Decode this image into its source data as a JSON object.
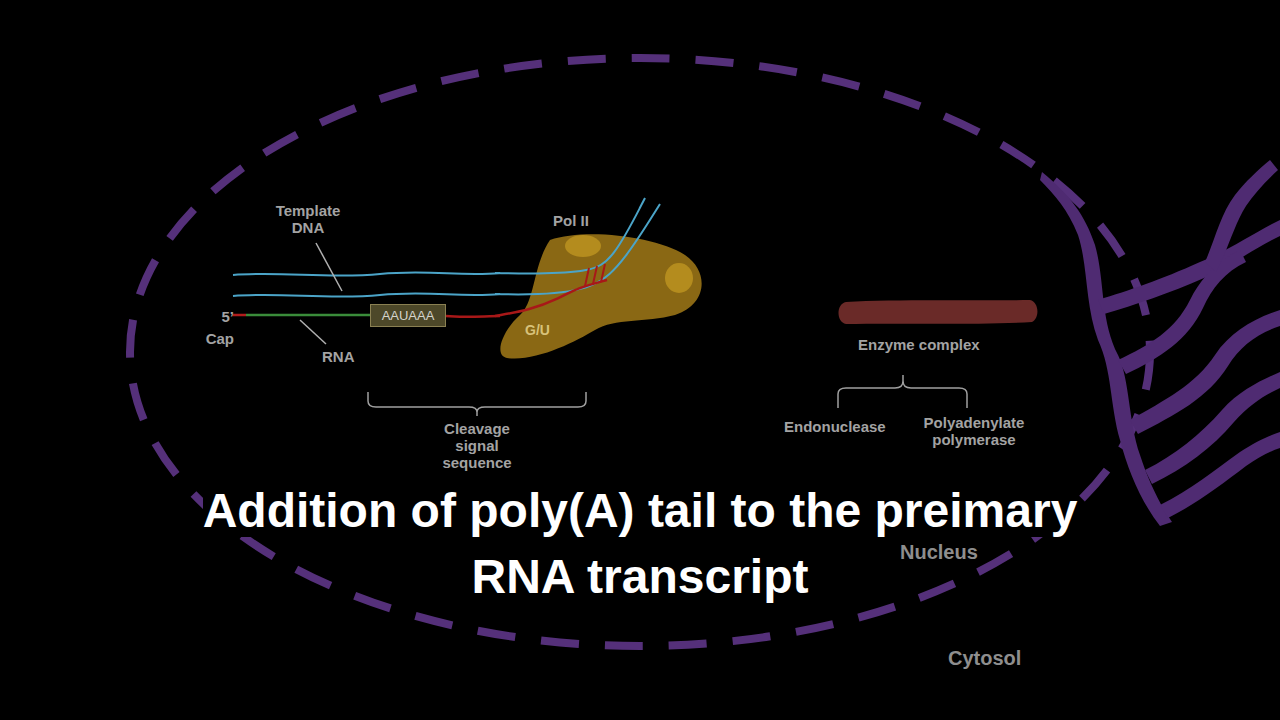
{
  "diagram": {
    "caption": "Addition of poly(A) tail to the preimary RNA transcript",
    "nodes": [
      {
        "text": [
          "AAUAAA"
        ]
      },
      {
        "text": [
          "Pol II",
          "G/U"
        ]
      },
      {
        "text": [
          "Enzyme complex"
        ]
      }
    ],
    "labels": [
      "Template DNA",
      "5’ Cap",
      "RNA",
      "Cleavage signal sequence",
      "Endonuclease",
      "Polyadenylate polymerase",
      "Nucleus",
      "Cytosol"
    ]
  }
}
